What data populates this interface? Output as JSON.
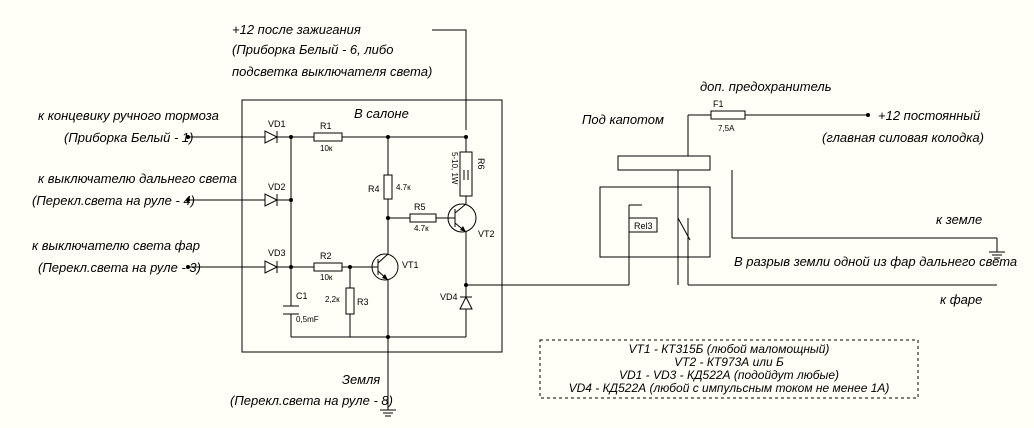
{
  "diagram": {
    "top_labels": {
      "ignition": "+12 после зажигания",
      "ignition_note1": "(Приборка Белый - 6, либо",
      "ignition_note2": "подсветка выключателя света)"
    },
    "left_labels": {
      "brake": "к концевику ручного тормоза",
      "brake_note": "(Приборка Белый - 1)",
      "highbeam_switch": "к выключателю дальнего света",
      "highbeam_note": "(Перекл.света на руле - 4)",
      "headlight_switch": "к выключателю света фар",
      "headlight_note": "(Перекл.света на руле - 3)"
    },
    "zones": {
      "cabin": "В салоне",
      "engine": "Под капотом"
    },
    "components": {
      "vd1": "VD1",
      "vd2": "VD2",
      "vd3": "VD3",
      "vd4": "VD4",
      "r1": "R1",
      "r1_val": "10к",
      "r2": "R2",
      "r2_val": "10к",
      "r3": "R3",
      "r3_val": "2,2к",
      "r4": "R4",
      "r4_val": "4.7к",
      "r5": "R5",
      "r5_val": "4.7к",
      "r6": "R6",
      "r6_val": "5-10, 1W",
      "c1": "C1",
      "c1_val": "0,5mF",
      "vt1": "VT1",
      "vt2": "VT2",
      "rel": "Rel3",
      "f1": "F1",
      "f1_val": "7,5A"
    },
    "right_labels": {
      "extra_fuse": "доп. предохранитель",
      "constant": "+12 постоянный",
      "constant_note": "(главная силовая колодка)",
      "to_ground": "к земле",
      "ground_break": "В разрыв земли одной из фар дальнего света",
      "to_headlight": "к фаре"
    },
    "bottom_labels": {
      "ground": "Земля",
      "ground_note": "(Перекл.света на руле - 8)"
    },
    "notes": [
      "VT1 - КТ315Б (любой маломощный)",
      "VT2 - КТ973А или Б",
      "VD1 - VD3  - КД522А (подойдут любые)",
      "VD4 - КД522А (любой с импульсным током не менее 1А)"
    ]
  }
}
